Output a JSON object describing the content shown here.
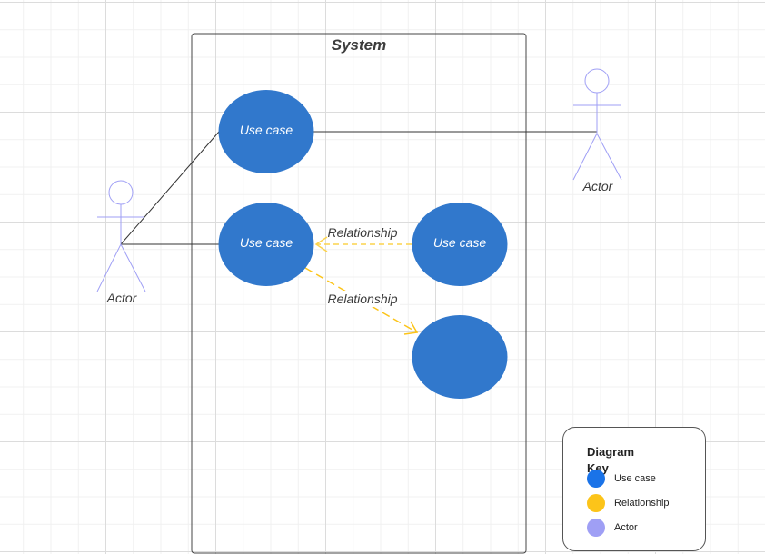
{
  "system": {
    "title": "System"
  },
  "use_cases": [
    {
      "label": "Use case"
    },
    {
      "label": "Use case"
    },
    {
      "label": "Use case"
    },
    {
      "label": ""
    }
  ],
  "actors": [
    {
      "label": "Actor"
    },
    {
      "label": "Actor"
    }
  ],
  "relationships": [
    {
      "label": "Relationship"
    },
    {
      "label": "Relationship"
    }
  ],
  "key": {
    "title": "Diagram Key",
    "items": [
      {
        "label": "Use case",
        "color": "#1a73e8"
      },
      {
        "label": "Relationship",
        "color": "#fcc419"
      },
      {
        "label": "Actor",
        "color": "#9f9ff5"
      }
    ]
  },
  "colors": {
    "use_case_fill": "#3178cc",
    "relationship_line": "#fcd34d",
    "actor_line": "#9f9ff5",
    "association_line": "#333333"
  }
}
